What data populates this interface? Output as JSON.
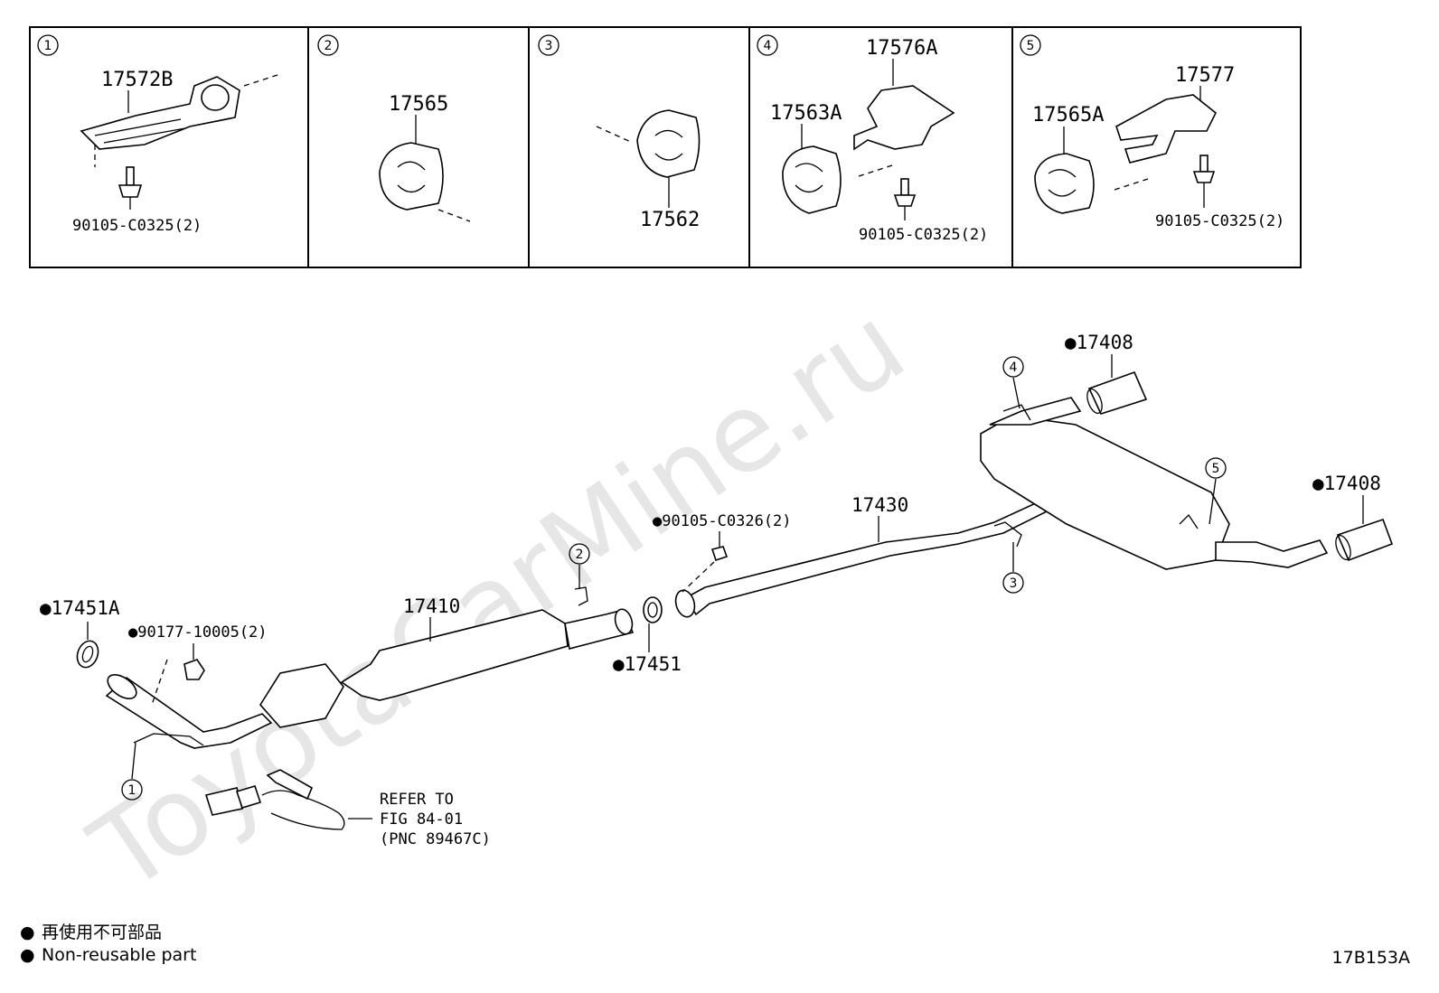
{
  "watermark": "ToyotaCarMine.ru",
  "diagram_code": "17B153A",
  "legend": [
    {
      "symbol": "●",
      "text": "再使用不可部品"
    },
    {
      "symbol": "●",
      "text": "Non-reusable part"
    }
  ],
  "detail_boxes": [
    {
      "index": "1",
      "parts": [
        "17572B",
        "90105-C0325(2)"
      ]
    },
    {
      "index": "2",
      "parts": [
        "17565"
      ]
    },
    {
      "index": "3",
      "parts": [
        "17562"
      ]
    },
    {
      "index": "4",
      "parts": [
        "17576A",
        "17563A",
        "90105-C0325(2)"
      ]
    },
    {
      "index": "5",
      "parts": [
        "17577",
        "17565A",
        "90105-C0325(2)"
      ]
    }
  ],
  "main_labels": {
    "p17451A": "●17451A",
    "p90177": "●90177-10005(2)",
    "p17410": "17410",
    "p17451": "●17451",
    "p90105_c0326": "●90105-C0326(2)",
    "p17430": "17430",
    "p17408_top": "●17408",
    "p17408_right": "●17408"
  },
  "callouts": [
    "1",
    "2",
    "3",
    "4",
    "5"
  ],
  "refer_note": [
    "REFER TO",
    "FIG 84-01",
    "(PNC 89467C)"
  ]
}
